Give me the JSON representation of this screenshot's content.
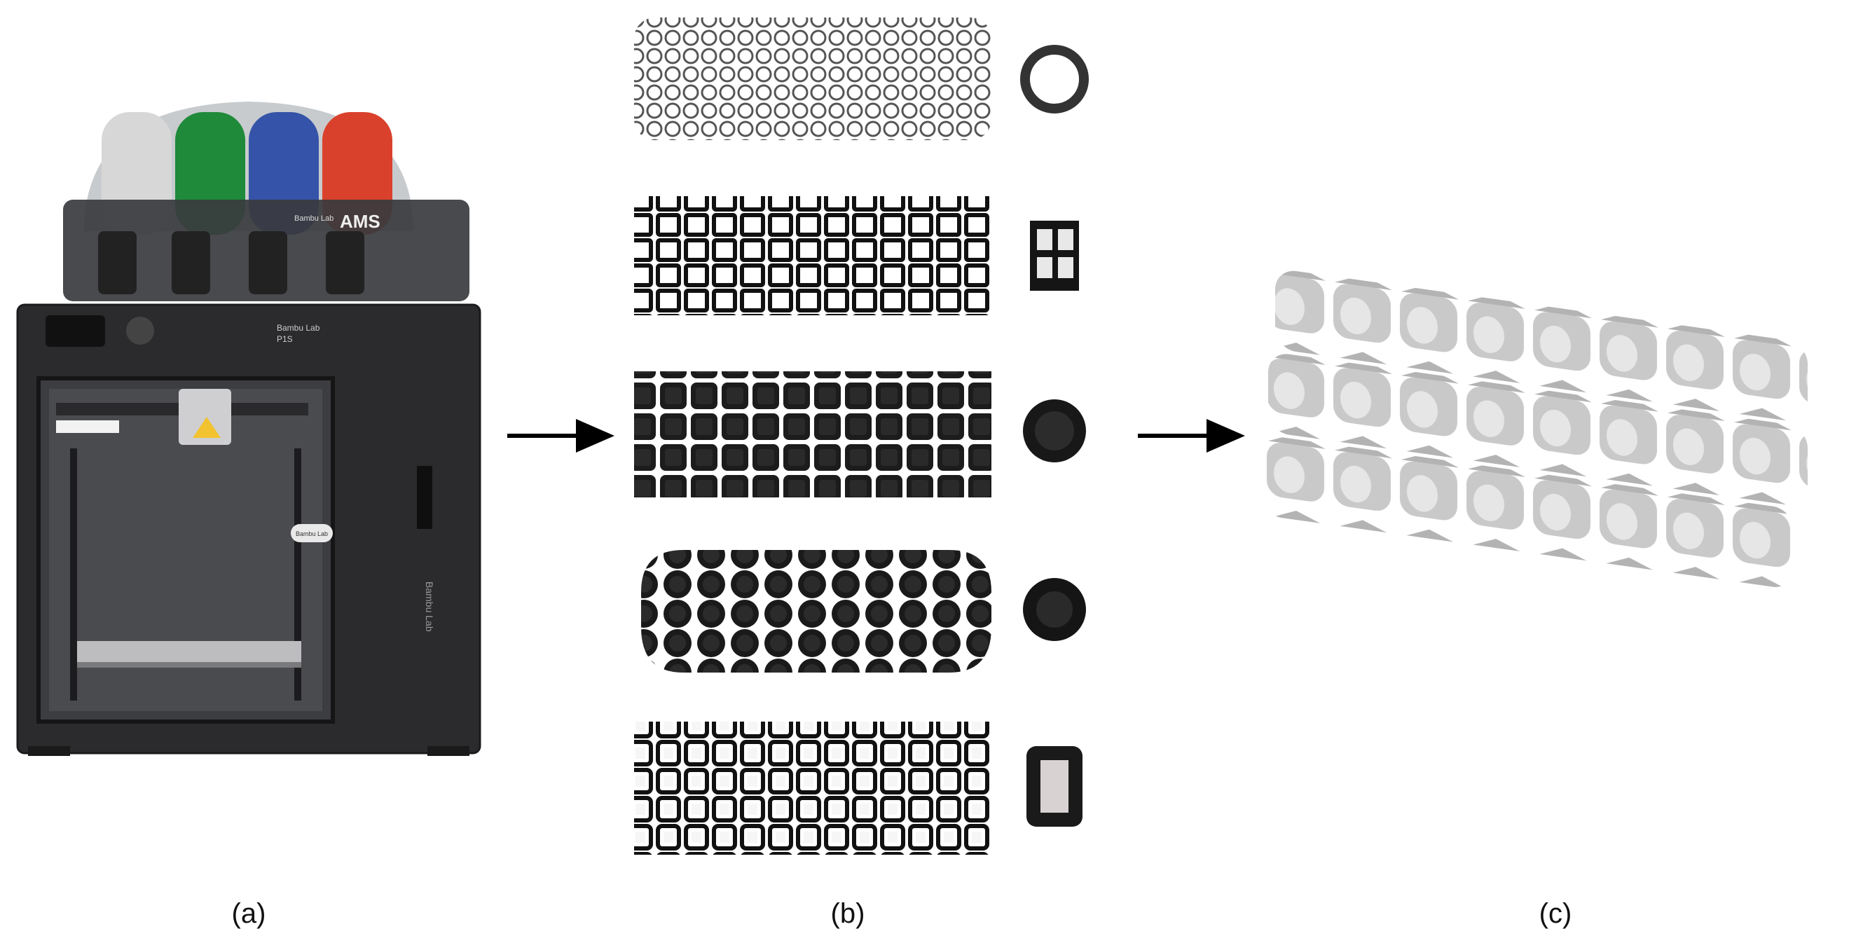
{
  "figure": {
    "labels": {
      "a": "(a)",
      "b": "(b)",
      "c": "(c)"
    },
    "printer": {
      "brand_top": "Bambu Lab",
      "model": "P1S",
      "ams_label": "AMS",
      "door_badge": "Bambu Lab",
      "side_brand": "Bambu Lab",
      "spool_colors": [
        "#d7d7d7",
        "#1f8a3a",
        "#3553a8",
        "#d9412c"
      ],
      "body_color": "#2b2b2d"
    },
    "samples_count": 5,
    "render_color": "#c9c9c9"
  }
}
